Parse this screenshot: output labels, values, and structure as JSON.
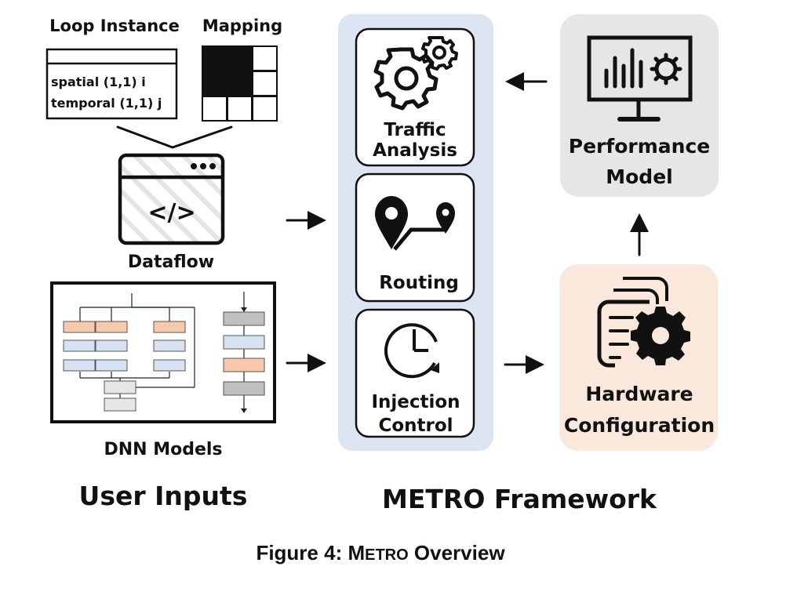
{
  "user_inputs": {
    "loop_instance": {
      "title": "Loop Instance",
      "line1": "spatial (1,1) i",
      "line2": "temporal (1,1) j"
    },
    "mapping": {
      "title": "Mapping",
      "grid": [
        [
          1,
          1,
          0
        ],
        [
          1,
          1,
          0
        ],
        [
          0,
          0,
          0
        ]
      ]
    },
    "dataflow": {
      "label": "Dataflow",
      "code_glyph": "</>"
    },
    "dnn_models": {
      "label": "DNN Models"
    },
    "section_label": "User Inputs"
  },
  "metro": {
    "section_label": "METRO Framework",
    "traffic_analysis": {
      "line1": "Traffic",
      "line2": "Analysis"
    },
    "routing": {
      "label": "Routing"
    },
    "injection_control": {
      "line1": "Injection",
      "line2": "Control"
    }
  },
  "performance_model": {
    "line1": "Performance",
    "line2": "Model"
  },
  "hardware_configuration": {
    "line1": "Hardware",
    "line2": "Configuration"
  },
  "caption": {
    "prefix": "Figure 4: ",
    "name_initial": "M",
    "name_rest": "ETRO",
    "suffix": " Overview"
  },
  "colors": {
    "framework_panel": "#dde5f3",
    "performance_box": "#e6e6e6",
    "hardware_box": "#fbe8dc",
    "dnn_orange": "#f6c8ad",
    "dnn_blue": "#d7e1f2",
    "dnn_gray": "#bfbfbf"
  },
  "icons": {
    "traffic_analysis": "gears-icon",
    "routing": "route-pins-icon",
    "injection_control": "clock-icon",
    "performance_model": "monitor-chart-icon",
    "hardware_configuration": "documents-gear-icon",
    "dataflow": "code-window-icon"
  }
}
